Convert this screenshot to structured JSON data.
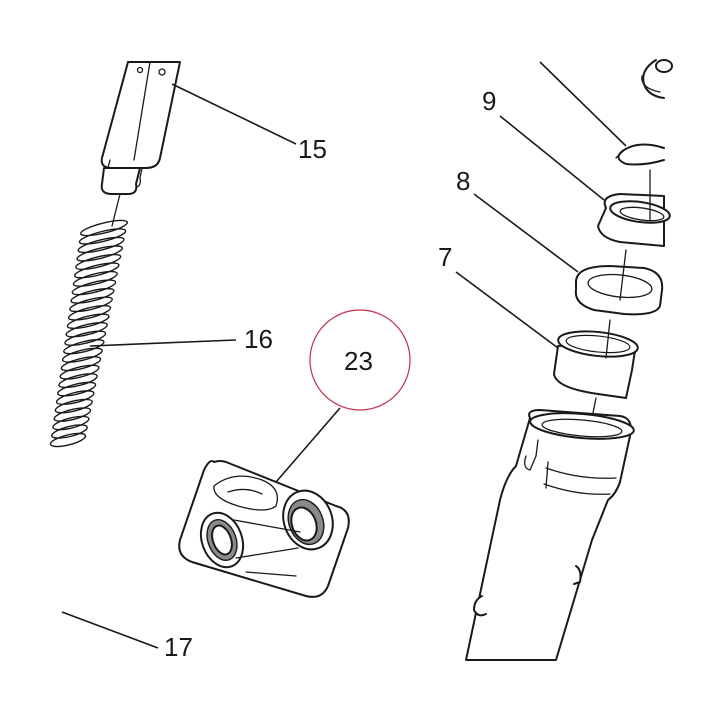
{
  "callouts": {
    "p15": "15",
    "p16": "16",
    "p17": "17",
    "p23": "23",
    "p7": "7",
    "p8": "8",
    "p9": "9"
  },
  "colors": {
    "line": "#1a1a1a",
    "highlight_circle": "#c0304a",
    "seal_fill": "#8a8a8a",
    "background": "#ffffff"
  }
}
